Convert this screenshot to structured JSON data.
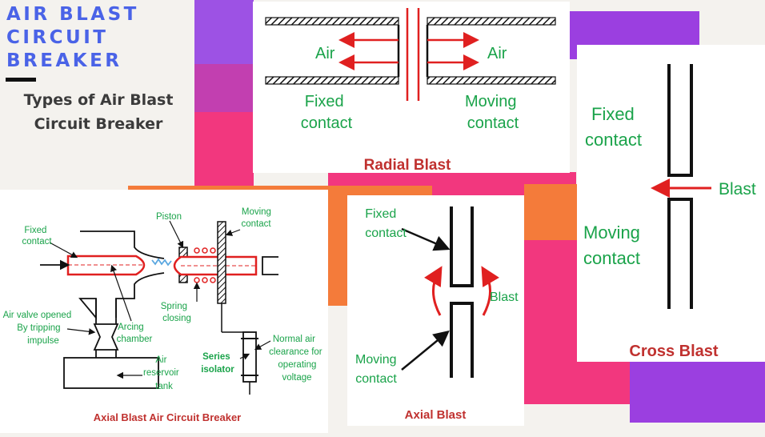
{
  "header": {
    "title_lines": [
      "AIR BLAST",
      "CIRCUIT",
      "BREAKER"
    ],
    "subtitle_lines": [
      "Types of Air Blast",
      "Circuit Breaker"
    ]
  },
  "colors": {
    "title_blue": "#4a63e7",
    "diagram_green": "#1aa34a",
    "diagram_red": "#e02020",
    "caption_red": "#c0312f",
    "violet": "#9b3fe0",
    "pink": "#f23a7c",
    "orange": "#f47b3a"
  },
  "radial_blast": {
    "air_left": "Air",
    "air_right": "Air",
    "fixed_lines": [
      "Fixed",
      "contact"
    ],
    "moving_lines": [
      "Moving",
      "contact"
    ],
    "caption": "Radial Blast"
  },
  "cross_blast": {
    "fixed_lines": [
      "Fixed",
      "contact"
    ],
    "blast": "Blast",
    "moving_lines": [
      "Moving",
      "contact"
    ],
    "caption": "Cross Blast"
  },
  "axial_blast": {
    "fixed_lines": [
      "Fixed",
      "contact"
    ],
    "blast": "Blast",
    "moving_lines": [
      "Moving",
      "contact"
    ],
    "caption": "Axial Blast"
  },
  "axial_breaker": {
    "fixed_contact_lines": [
      "Fixed",
      "contact"
    ],
    "piston": "Piston",
    "moving_contact_lines": [
      "Moving",
      "contact"
    ],
    "air_valve_lines": [
      "Air valve opened",
      "By tripping",
      "impulse"
    ],
    "arcing_lines": [
      "Arcing",
      "chamber"
    ],
    "spring_lines": [
      "Spring",
      "closing"
    ],
    "reservoir_lines": [
      "Air",
      "reservoir",
      "tank"
    ],
    "series_lines": [
      "Series",
      "isolator"
    ],
    "normal_air_lines": [
      "Normal air",
      "clearance for",
      "operating",
      "voltage"
    ],
    "caption": "Axial Blast Air Circuit Breaker"
  }
}
